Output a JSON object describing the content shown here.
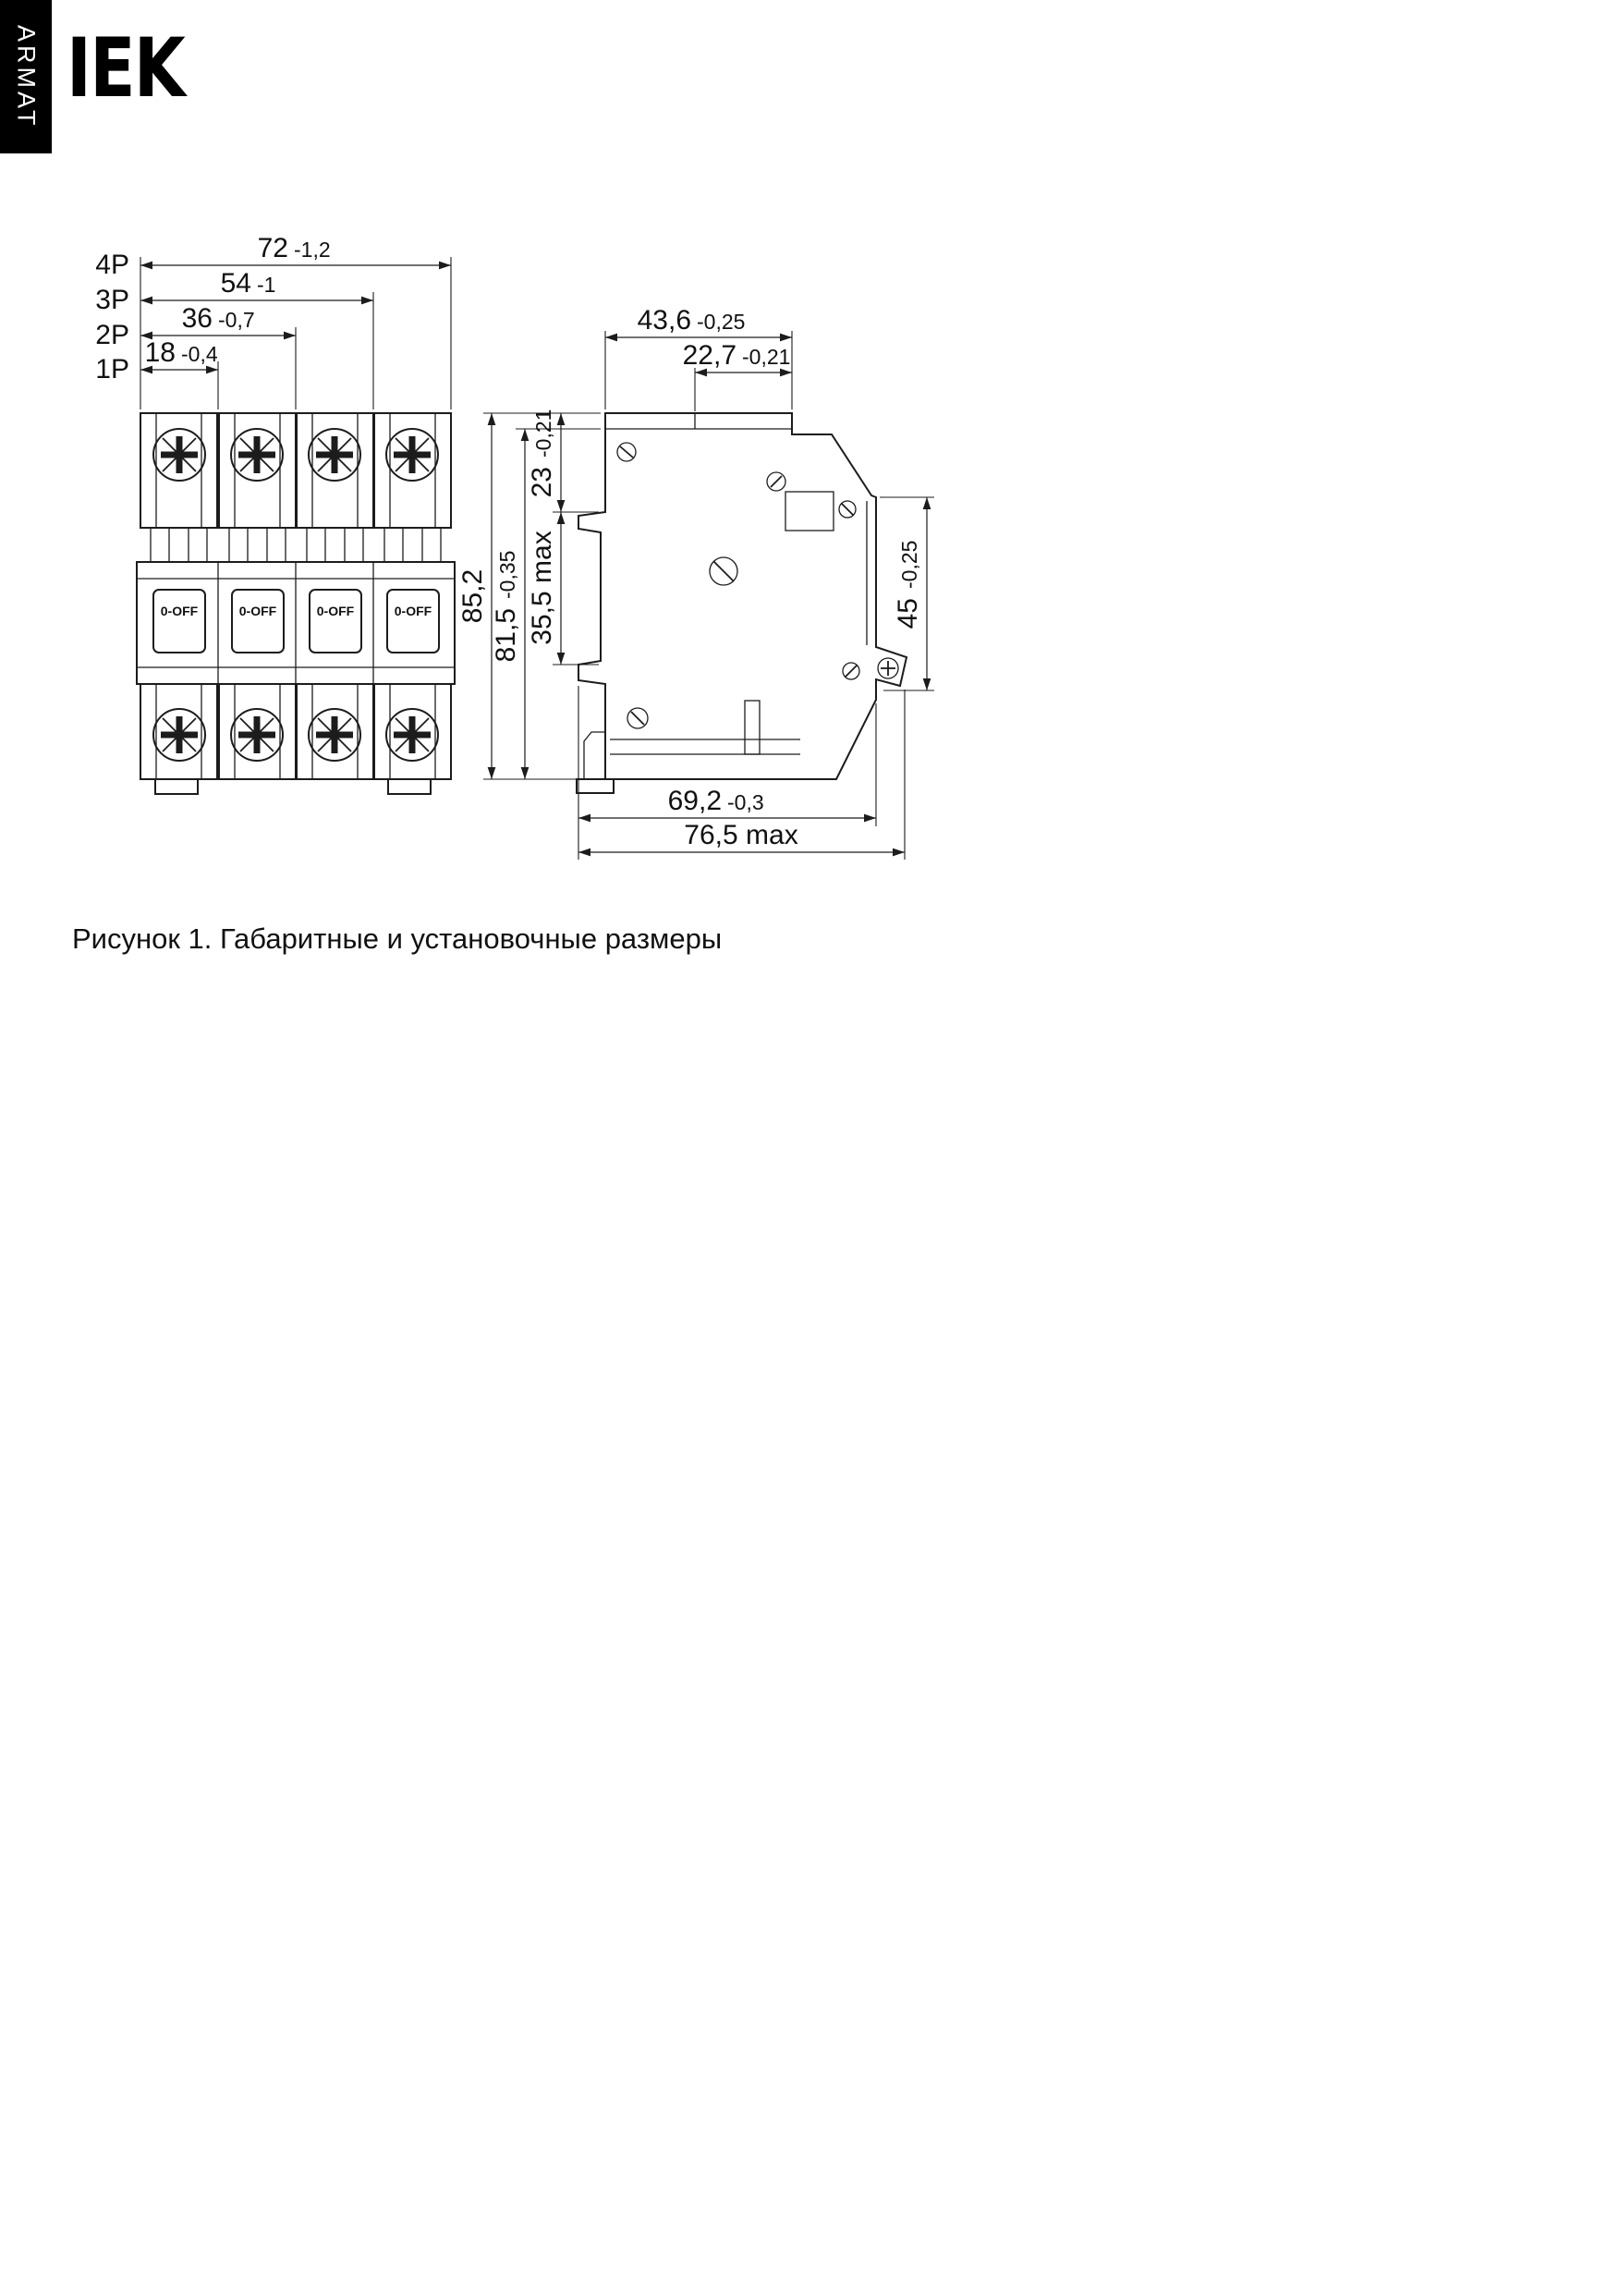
{
  "brand": {
    "logo": "IEK",
    "series": "ARMAT"
  },
  "figure_caption": "Рисунок 1. Габаритные и установочные размеры",
  "front_view": {
    "toggle_label": "0-OFF",
    "pole_dims": [
      {
        "label": "4P",
        "value": "72",
        "tol": "-1,2"
      },
      {
        "label": "3P",
        "value": "54",
        "tol": "-1"
      },
      {
        "label": "2P",
        "value": "36",
        "tol": "-0,7"
      },
      {
        "label": "1P",
        "value": "18",
        "tol": "-0,4"
      }
    ]
  },
  "side_view": {
    "dims": {
      "top_width": {
        "value": "43,6",
        "tol": "-0,25"
      },
      "rail_offset": {
        "value": "22,7",
        "tol": "-0,21"
      },
      "upper_height": {
        "value": "23",
        "tol": "-0,21"
      },
      "overall_height": {
        "value": "85,2"
      },
      "body_height": {
        "value": "81,5",
        "tol": "-0,35"
      },
      "recess_height": {
        "value": "35,5 max"
      },
      "front_face_height": {
        "value": "45",
        "tol": "-0,25"
      },
      "mounting_depth": {
        "value": "69,2",
        "tol": "-0,3"
      },
      "overall_depth": {
        "value": "76,5 max"
      }
    }
  }
}
